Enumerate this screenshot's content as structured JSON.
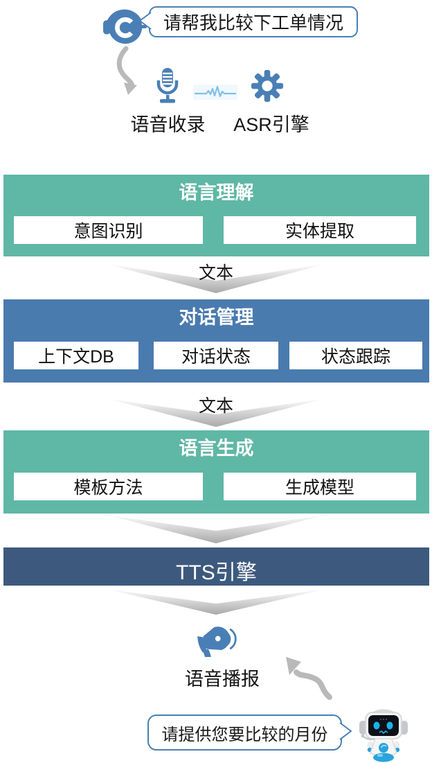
{
  "colors": {
    "block_green": "#5FB7A5",
    "block_blue": "#4A7BAE",
    "block_navy": "#3D5A7E",
    "icon_blue": "#4A7FB5",
    "arrow_gray": "#B9B9B9"
  },
  "user_bubble": {
    "text": "请帮我比较下工单情况"
  },
  "input_stage": {
    "record_label": "语音收录",
    "asr_label": "ASR引擎",
    "icons": [
      "headset-agent-icon",
      "microphone-icon",
      "waveform-icon",
      "gear-icon"
    ]
  },
  "nlu_block": {
    "title": "语言理解",
    "items": [
      {
        "label": "意图识别"
      },
      {
        "label": "实体提取"
      }
    ]
  },
  "flow": {
    "text1": "文本",
    "text2": "文本"
  },
  "dm_block": {
    "title": "对话管理",
    "items": [
      {
        "label": "上下文DB"
      },
      {
        "label": "对话状态"
      },
      {
        "label": "状态跟踪"
      }
    ]
  },
  "nlg_block": {
    "title": "语言生成",
    "items": [
      {
        "label": "模板方法"
      },
      {
        "label": "生成模型"
      }
    ]
  },
  "tts_block": {
    "title": "TTS引擎"
  },
  "output_stage": {
    "broadcast_label": "语音播报",
    "icons": [
      "megaphone-icon",
      "robot-icon"
    ]
  },
  "bot_bubble": {
    "text": "请提供您要比较的月份"
  }
}
